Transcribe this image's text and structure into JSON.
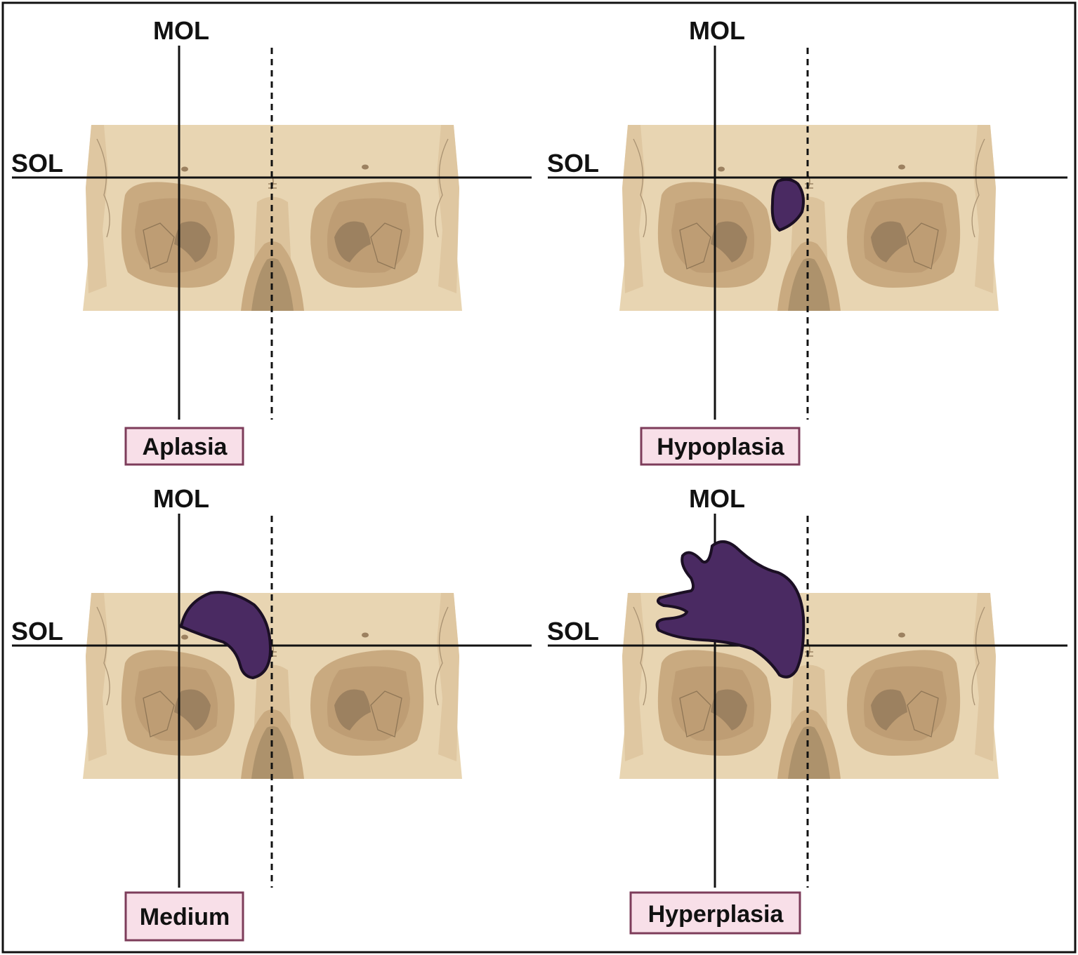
{
  "axis_labels": {
    "vertical": "MOL",
    "horizontal": "SOL"
  },
  "panels": [
    {
      "id": "aplasia",
      "label": "Aplasia"
    },
    {
      "id": "hypoplasia",
      "label": "Hypoplasia"
    },
    {
      "id": "medium",
      "label": "Medium"
    },
    {
      "id": "hyperplasia",
      "label": "Hyperplasia"
    }
  ],
  "colors": {
    "skull": "#e8d5b2",
    "skull_shade": "#d9be95",
    "orbit": "#c9aa80",
    "orbit_deep": "#a88e68",
    "sinus_fill": "#4a2a62",
    "sinus_outline": "#1b0f24",
    "label_box_fill": "#f8dfe8",
    "label_box_border": "#7d3c5a",
    "line": "#111111"
  }
}
